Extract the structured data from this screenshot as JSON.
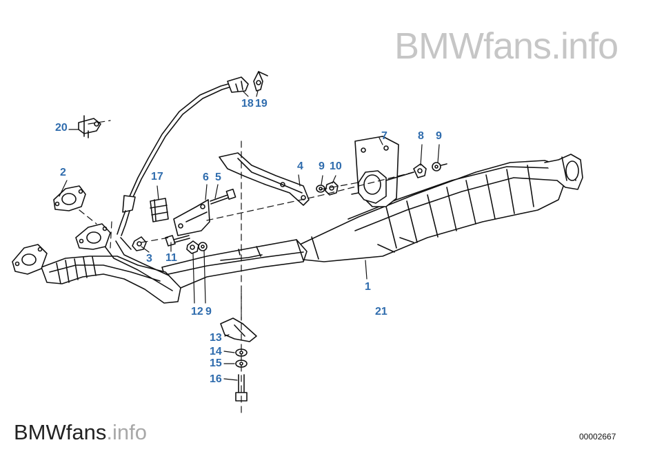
{
  "watermark_top": {
    "brand": "BMWfans",
    "suffix": ".info"
  },
  "watermark_bottom": {
    "brand": "BMWfans",
    "suffix": ".info"
  },
  "diagram_code": "00002667",
  "callouts": [
    "1",
    "2",
    "3",
    "4",
    "5",
    "6",
    "7",
    "8",
    "9",
    "9",
    "10",
    "11",
    "12",
    "9",
    "13",
    "14",
    "15",
    "16",
    "17",
    "18",
    "19",
    "20",
    "21"
  ],
  "colors": {
    "callout": "#2f6cad",
    "line": "#111111",
    "watermark": "#c6c6c6"
  }
}
